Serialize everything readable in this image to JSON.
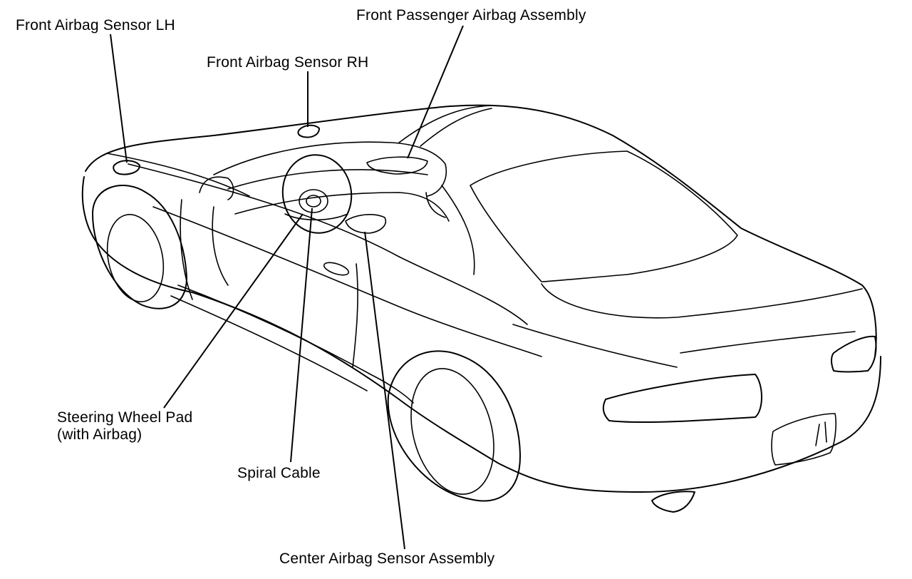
{
  "labels": {
    "front_airbag_sensor_lh": "Front Airbag Sensor LH",
    "front_passenger_airbag_assembly": "Front Passenger Airbag Assembly",
    "front_airbag_sensor_rh": "Front Airbag Sensor RH",
    "steering_wheel_pad": "Steering Wheel Pad",
    "steering_wheel_pad_note": "(with Airbag)",
    "spiral_cable": "Spiral Cable",
    "center_airbag_sensor_assembly": "Center Airbag Sensor Assembly"
  }
}
